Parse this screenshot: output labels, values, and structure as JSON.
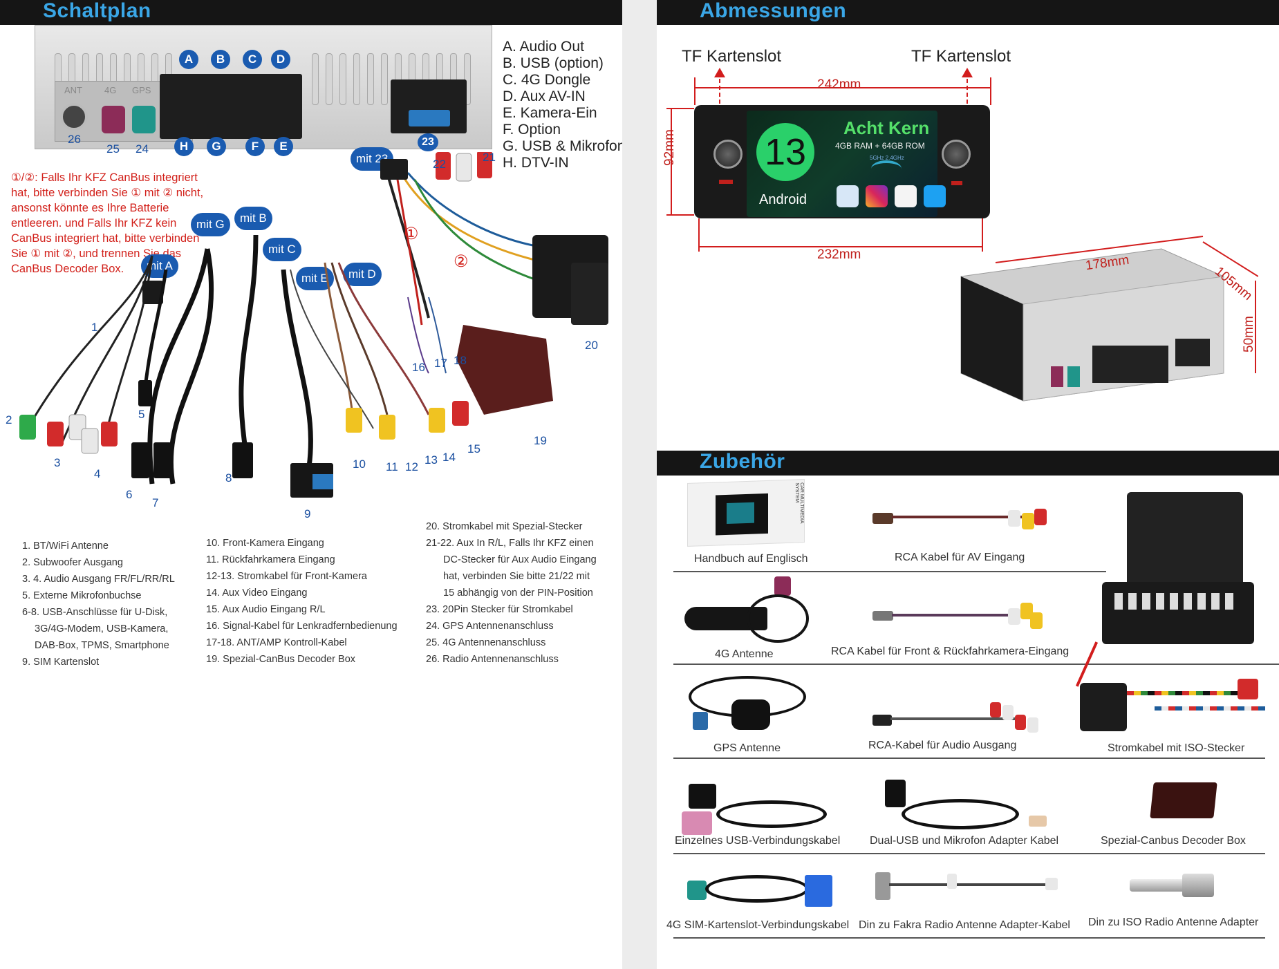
{
  "left": {
    "title": "Schaltplan",
    "legend": [
      "A. Audio Out",
      "B. USB (option)",
      "C. 4G Dongle",
      "D. Aux AV-IN",
      "E. Kamera-Ein",
      "F. Option",
      "G. USB & Mikrofon",
      "H. DTV-IN"
    ],
    "warning": "①/②: Falls Ihr KFZ CanBus integriert hat, bitte verbinden Sie ① mit ② nicht, ansonst könnte es Ihre Batterie entleeren. und Falls Ihr KFZ kein CanBus integriert hat, bitte verbinden Sie ① mit ②, und trennen Sie das CanBus Decoder Box.",
    "device_labels": {
      "ant": "ANT",
      "g4": "4G",
      "gps": "GPS"
    },
    "port_badges_top": [
      "A",
      "B",
      "C",
      "D"
    ],
    "port_badges_bottom": [
      "H",
      "G",
      "F",
      "E"
    ],
    "device_numbers": {
      "n26": "26",
      "n25": "25",
      "n24": "24",
      "n23": "23"
    },
    "mit_badges": {
      "mit23": "mit 23",
      "mitG": "mit G",
      "mitB": "mit B",
      "mitC": "mit C",
      "mitA": "mit A",
      "mitE": "mit E",
      "mitD": "mit D"
    },
    "circled": {
      "c1": "①",
      "c2": "②"
    },
    "cable_numbers": {
      "n1": "1",
      "n2": "2",
      "n3": "3",
      "n4": "4",
      "n5": "5",
      "n6": "6",
      "n7": "7",
      "n8": "8",
      "n9": "9",
      "n10": "10",
      "n11": "11",
      "n12": "12",
      "n13": "13",
      "n14": "14",
      "n15": "15",
      "n16": "16",
      "n17": "17",
      "n18": "18",
      "n19": "19",
      "n20": "20",
      "n21": "21",
      "n22": "22"
    },
    "list_col1": [
      "1. BT/WiFi Antenne",
      "2. Subwoofer Ausgang",
      "3. 4. Audio Ausgang FR/FL/RR/RL",
      "5. Externe Mikrofonbuchse",
      "6-8. USB-Anschlüsse für U-Disk,",
      "3G/4G-Modem, USB-Kamera,",
      "DAB-Box, TPMS, Smartphone",
      "9. SIM Kartenslot"
    ],
    "list_col2": [
      "10. Front-Kamera Eingang",
      "11. Rückfahrkamera Eingang",
      "12-13. Stromkabel für Front-Kamera",
      "14. Aux Video Eingang",
      "15. Aux Audio Eingang R/L",
      "16. Signal-Kabel für Lenkradfernbedienung",
      "17-18. ANT/AMP Kontroll-Kabel",
      "19. Spezial-CanBus Decoder Box"
    ],
    "list_col3": [
      "20. Stromkabel mit Spezial-Stecker",
      "21-22. Aux In R/L, Falls Ihr KFZ einen",
      "DC-Stecker für Aux Audio Eingang",
      "hat, verbinden Sie bitte 21/22 mit",
      "15 abhängig von der PIN-Position",
      "23. 20Pin Stecker für Stromkabel",
      "24. GPS Antennenanschluss",
      "25. 4G Antennenanschluss",
      "26. Radio Antennenanschluss"
    ]
  },
  "dimensions": {
    "title": "Abmessungen",
    "tf_left": "TF Kartenslot",
    "tf_right": "TF Kartenslot",
    "width_top": "242mm",
    "height": "92mm",
    "width_bottom": "232mm",
    "depth": "178mm",
    "side": "105mm",
    "back_height": "50mm",
    "screen": {
      "headline": "Acht Kern",
      "spec": "4GB RAM + 64GB ROM",
      "wifi": "5GHz   2.4GHz",
      "android_version": "13",
      "android": "Android"
    }
  },
  "accessories": {
    "title": "Zubehör",
    "items": [
      "Handbuch auf Englisch",
      "RCA Kabel für AV Eingang",
      "4G Antenne",
      "RCA Kabel für Front & Rückfahrkamera-Eingang",
      "GPS Antenne",
      "RCA-Kabel für Audio Ausgang",
      "Stromkabel mit ISO-Stecker",
      "Einzelnes USB-Verbindungskabel",
      "Dual-USB und Mikrofon Adapter Kabel",
      "Spezial-Canbus Decoder Box",
      "4G SIM-Kartenslot-Verbindungskabel",
      "Din zu Fakra Radio Antenne Adapter-Kabel",
      "Din zu ISO Radio Antenne Adapter"
    ],
    "manual_cover_text": "CAR MULTIMEDIA SYSTEM"
  },
  "colors": {
    "header_bg": "#151515",
    "header_text": "#3aa6e6",
    "badge": "#1a5bb0",
    "warning": "#d2201a",
    "dimension": "#d21d1d"
  }
}
